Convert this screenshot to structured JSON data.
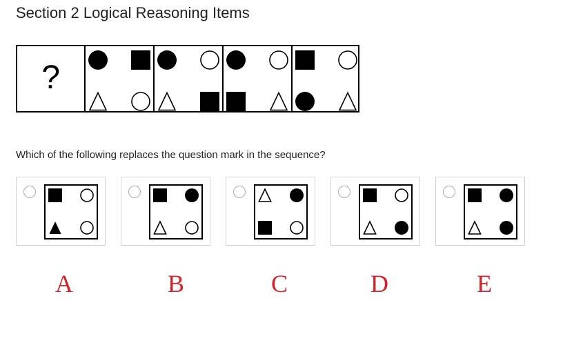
{
  "page": {
    "title": "Section 2 Logical Reasoning Items",
    "question": "Which of the following replaces the question mark in the sequence?"
  },
  "sequence": {
    "unknown": "?",
    "frames": [
      [
        "circle-filled",
        "square-filled",
        "triangle-open",
        "circle-open"
      ],
      [
        "circle-filled",
        "circle-open",
        "triangle-open",
        "square-filled"
      ],
      [
        "circle-filled",
        "circle-open",
        "square-filled",
        "triangle-open"
      ],
      [
        "square-filled",
        "circle-open",
        "circle-filled",
        "triangle-open"
      ]
    ]
  },
  "options": [
    {
      "letter": "A",
      "shapes": [
        "square-filled",
        "circle-open",
        "triangle-filled",
        "circle-open"
      ]
    },
    {
      "letter": "B",
      "shapes": [
        "square-filled",
        "circle-filled",
        "triangle-open",
        "circle-open"
      ]
    },
    {
      "letter": "C",
      "shapes": [
        "triangle-open",
        "circle-filled",
        "square-filled",
        "circle-open"
      ]
    },
    {
      "letter": "D",
      "shapes": [
        "square-filled",
        "circle-open",
        "triangle-open",
        "circle-filled"
      ]
    },
    {
      "letter": "E",
      "shapes": [
        "square-filled",
        "circle-filled",
        "triangle-open",
        "circle-filled"
      ]
    }
  ],
  "colors": {
    "letters": "#d0232a",
    "shape": "#000000",
    "border": "#cfcfcf"
  }
}
